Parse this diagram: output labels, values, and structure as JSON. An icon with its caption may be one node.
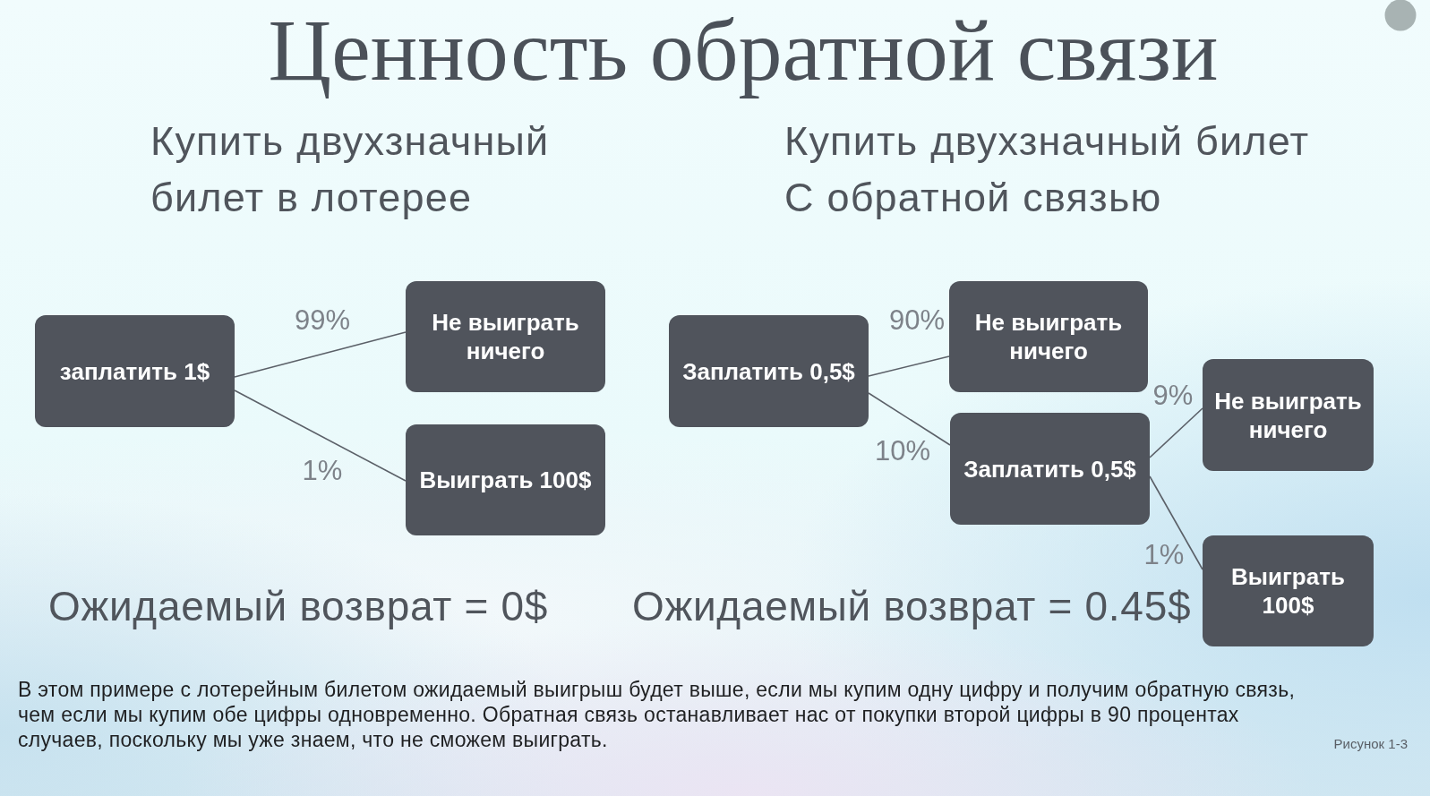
{
  "diagram": {
    "title": "Ценность обратной связи",
    "caption": "В этом примере с лотерейным билетом ожидаемый выигрыш будет выше, если мы купим одну цифру и получим обратную связь, чем если мы купим обе цифры одновременно. Обратная связь останавливает нас от покупки второй цифры в 90 процентах случаев, поскольку мы уже знаем, что не сможем выиграть.",
    "nodes": [
      {
        "text": [
          "заплатить 1$"
        ]
      },
      {
        "text": [
          "Не выиграть ничего"
        ]
      },
      {
        "text": [
          "Выиграть 100$"
        ]
      },
      {
        "text": [
          "Заплатить 0,5$"
        ]
      },
      {
        "text": [
          "Не выиграть ничего"
        ]
      },
      {
        "text": [
          "Заплатить 0,5$"
        ]
      },
      {
        "text": [
          "Не выиграть ничего"
        ]
      },
      {
        "text": [
          "Выиграть 100$"
        ]
      }
    ],
    "edges": [
      {
        "from": 0,
        "to": 1,
        "arrow": "none",
        "label": "99%"
      },
      {
        "from": 0,
        "to": 2,
        "arrow": "none",
        "label": "1%"
      },
      {
        "from": 3,
        "to": 4,
        "arrow": "none",
        "label": "90%"
      },
      {
        "from": 3,
        "to": 5,
        "arrow": "none",
        "label": "10%"
      },
      {
        "from": 5,
        "to": 6,
        "arrow": "none",
        "label": "9%"
      },
      {
        "from": 5,
        "to": 7,
        "arrow": "none",
        "label": "1%"
      }
    ],
    "labels": [
      "Купить двухзначный билет в лотерее",
      "Купить двухзначный билет",
      "С обратной связью",
      "Ожидаемый возврат = 0$",
      "Ожидаемый возврат = 0.45$",
      "Рисунок 1-3"
    ]
  }
}
